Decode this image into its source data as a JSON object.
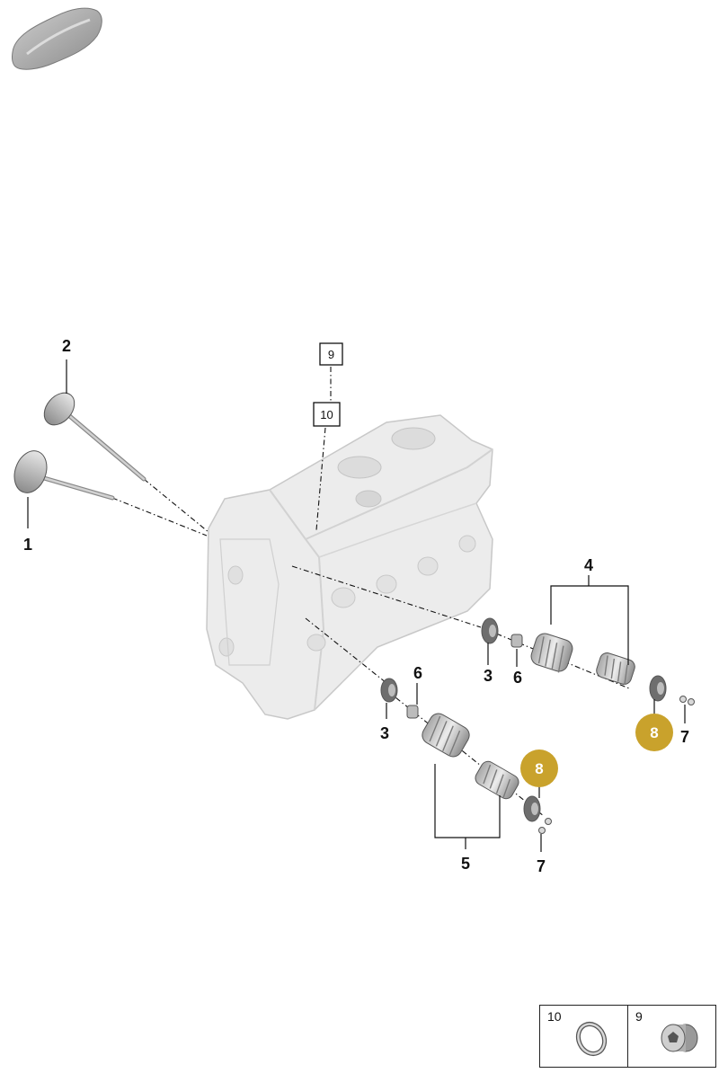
{
  "callouts": {
    "intake_valve": "1",
    "exhaust_valve": "2",
    "seal_upper": "3",
    "seal_lower": "3",
    "spring_set_upper": "4",
    "spring_set_lower": "5",
    "keeper_upper": "6",
    "keeper_lower": "6",
    "retainer_upper": "8",
    "retainer_lower": "8",
    "cotter_upper": "7",
    "cotter_lower": "7",
    "box_upper": "9",
    "box_lower": "10"
  },
  "legend": {
    "left_number": "10",
    "right_number": "9",
    "left_icon": "sealing-ring-icon",
    "right_icon": "screw-plug-icon"
  },
  "colors": {
    "highlight": "#c9a22c",
    "part_gray": "#d9d9d9",
    "outline": "#111111"
  }
}
